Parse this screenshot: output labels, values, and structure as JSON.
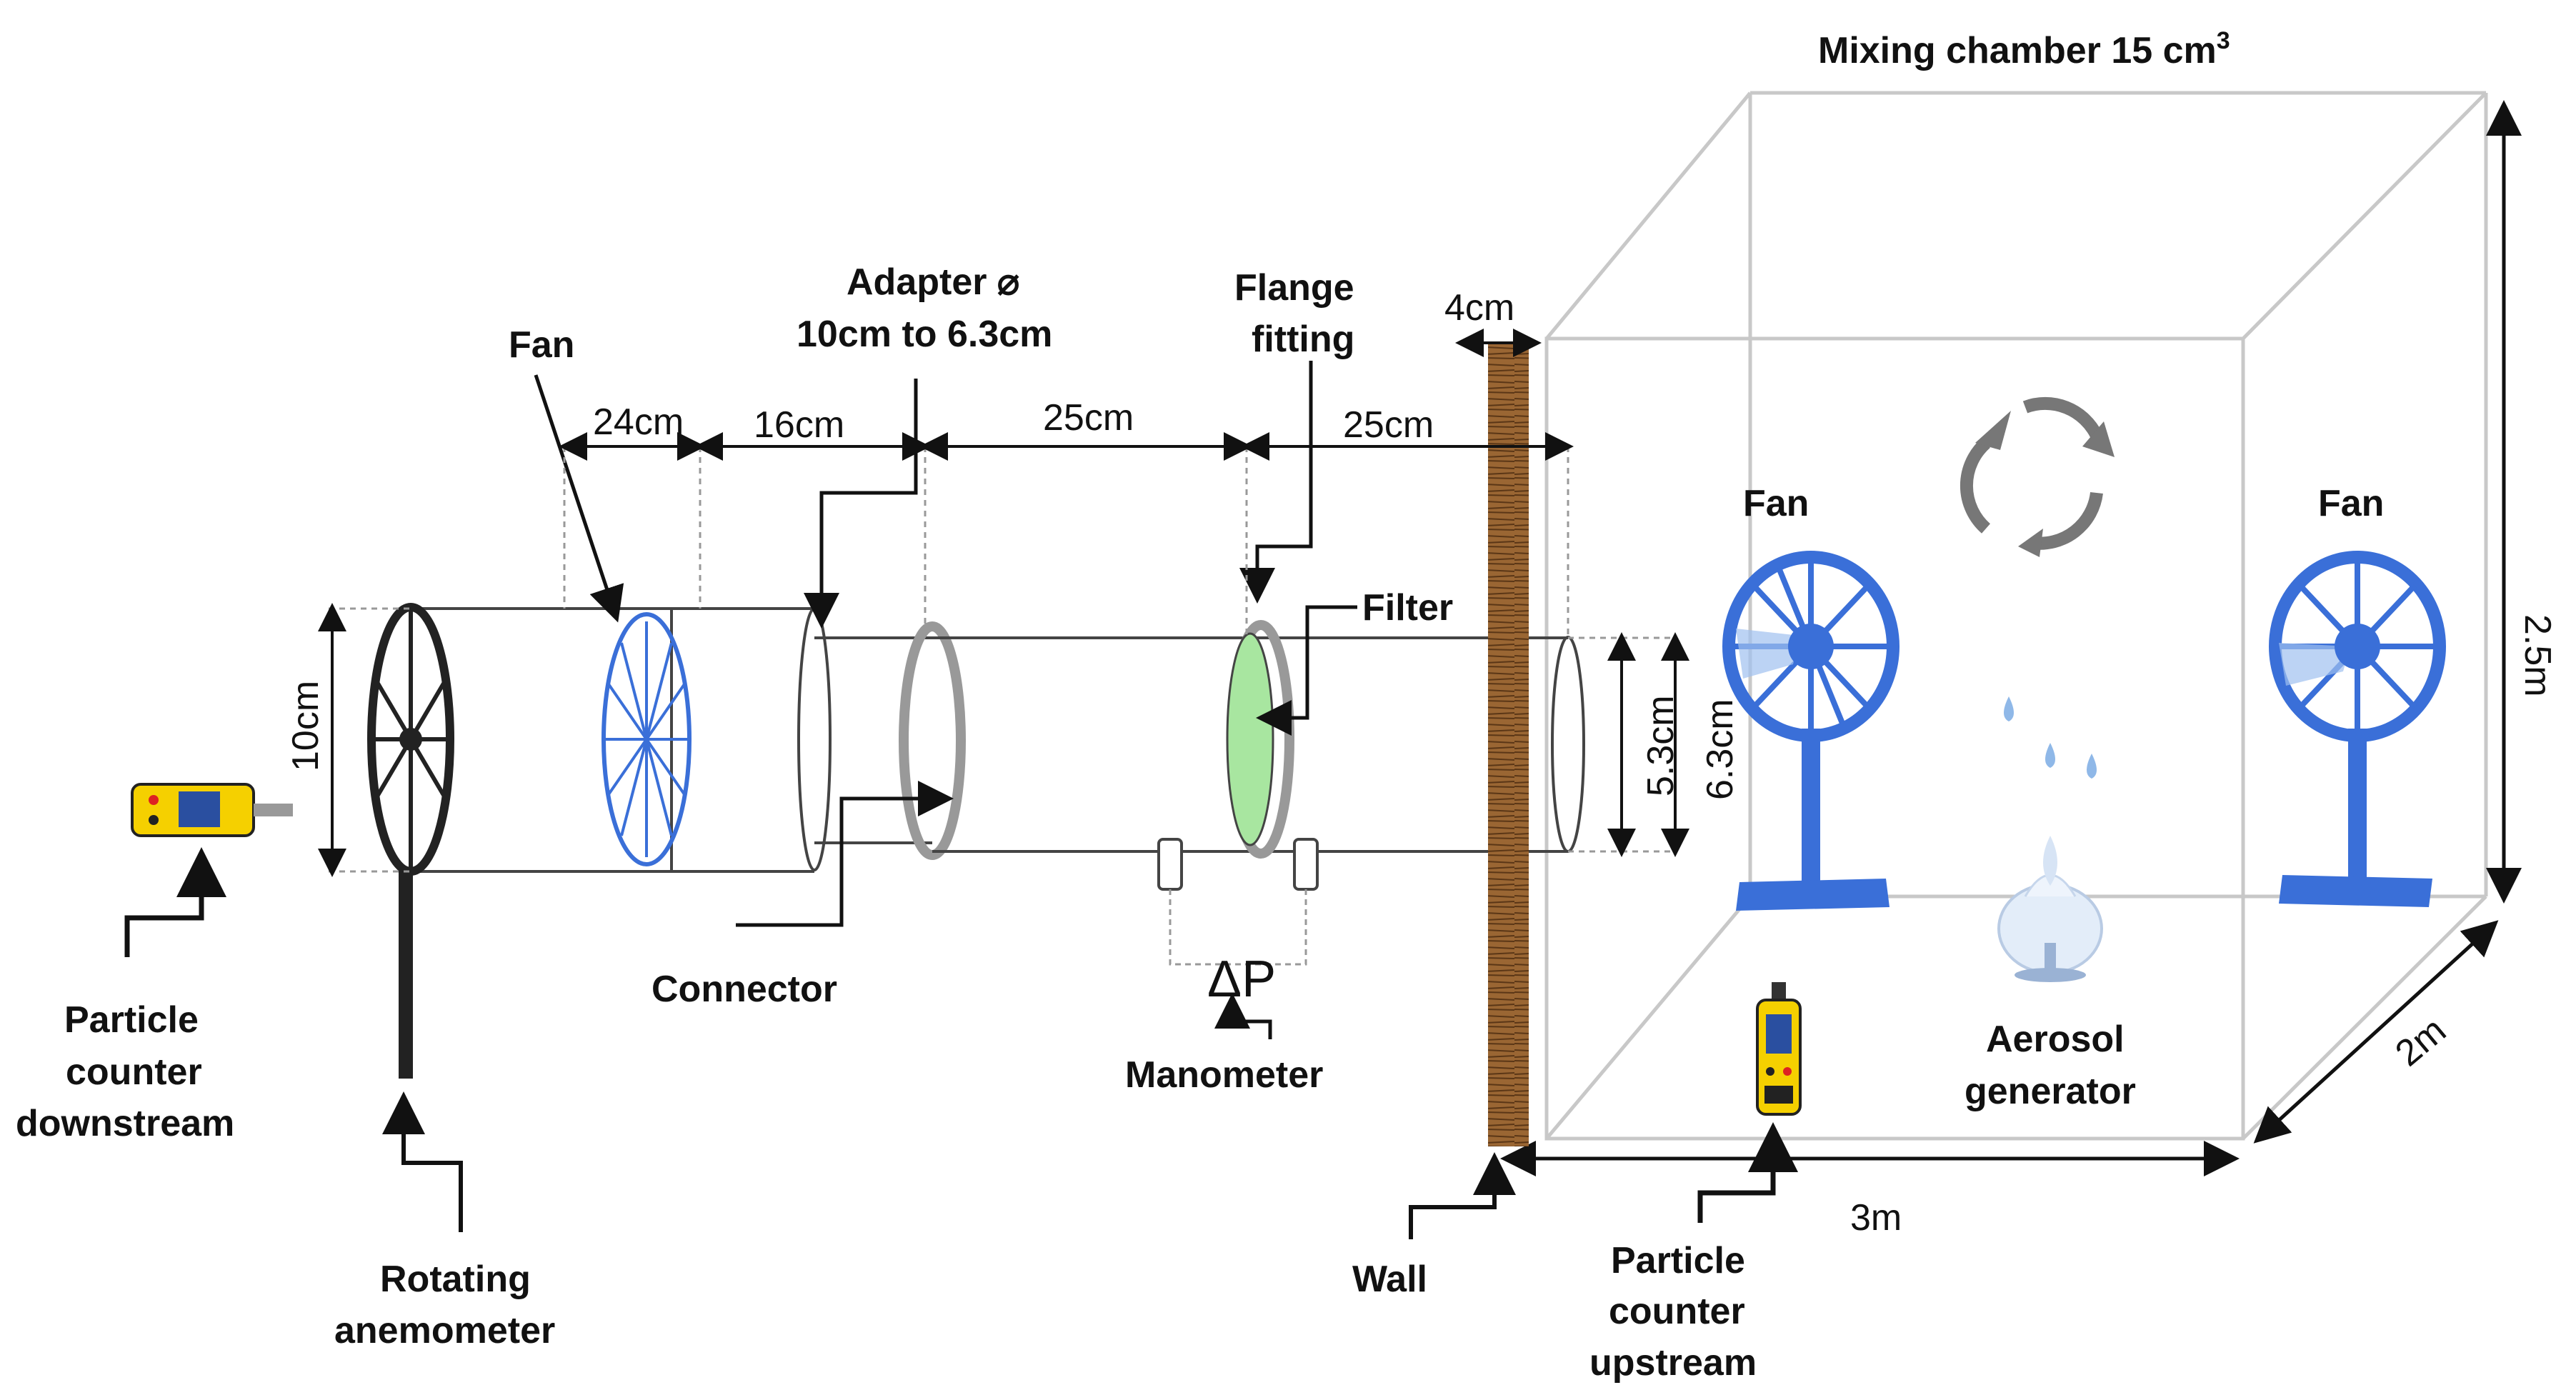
{
  "labels": {
    "mixing_chamber": "Mixing chamber 15 cm",
    "mixing_chamber_sup": "3",
    "fan_duct": "Fan",
    "fan_left": "Fan",
    "fan_right": "Fan",
    "adapter_line1": "Adapter ⌀",
    "adapter_line2": "10cm to 6.3cm",
    "flange_line1": "Flange",
    "flange_line2": "fitting",
    "filter": "Filter",
    "connector": "Connector",
    "manometer": "Manometer",
    "delta_p": "ΔP",
    "wall": "Wall",
    "aerosol_line1": "Aerosol",
    "aerosol_line2": "generator",
    "pc_down_line1": "Particle",
    "pc_down_line2": "counter",
    "pc_down_line3": "downstream",
    "pc_up_line1": "Particle",
    "pc_up_line2": "counter",
    "pc_up_line3": "upstream",
    "anemometer_line1": "Rotating",
    "anemometer_line2": "anemometer"
  },
  "dimensions": {
    "d_24": "24cm",
    "d_16": "16cm",
    "d_25a": "25cm",
    "d_25b": "25cm",
    "d_4": "4cm",
    "d_10": "10cm",
    "d_53": "5.3cm",
    "d_63": "6.3cm",
    "d_3m": "3m",
    "d_2m": "2m",
    "d_25m": "2.5m"
  },
  "colors": {
    "fan_blue": "#3a6fd8",
    "filter_green": "#a8e6a0",
    "wall_brown": "#8b5a2b",
    "counter_yellow": "#f5d000",
    "water_drop": "#8fb8e8"
  }
}
